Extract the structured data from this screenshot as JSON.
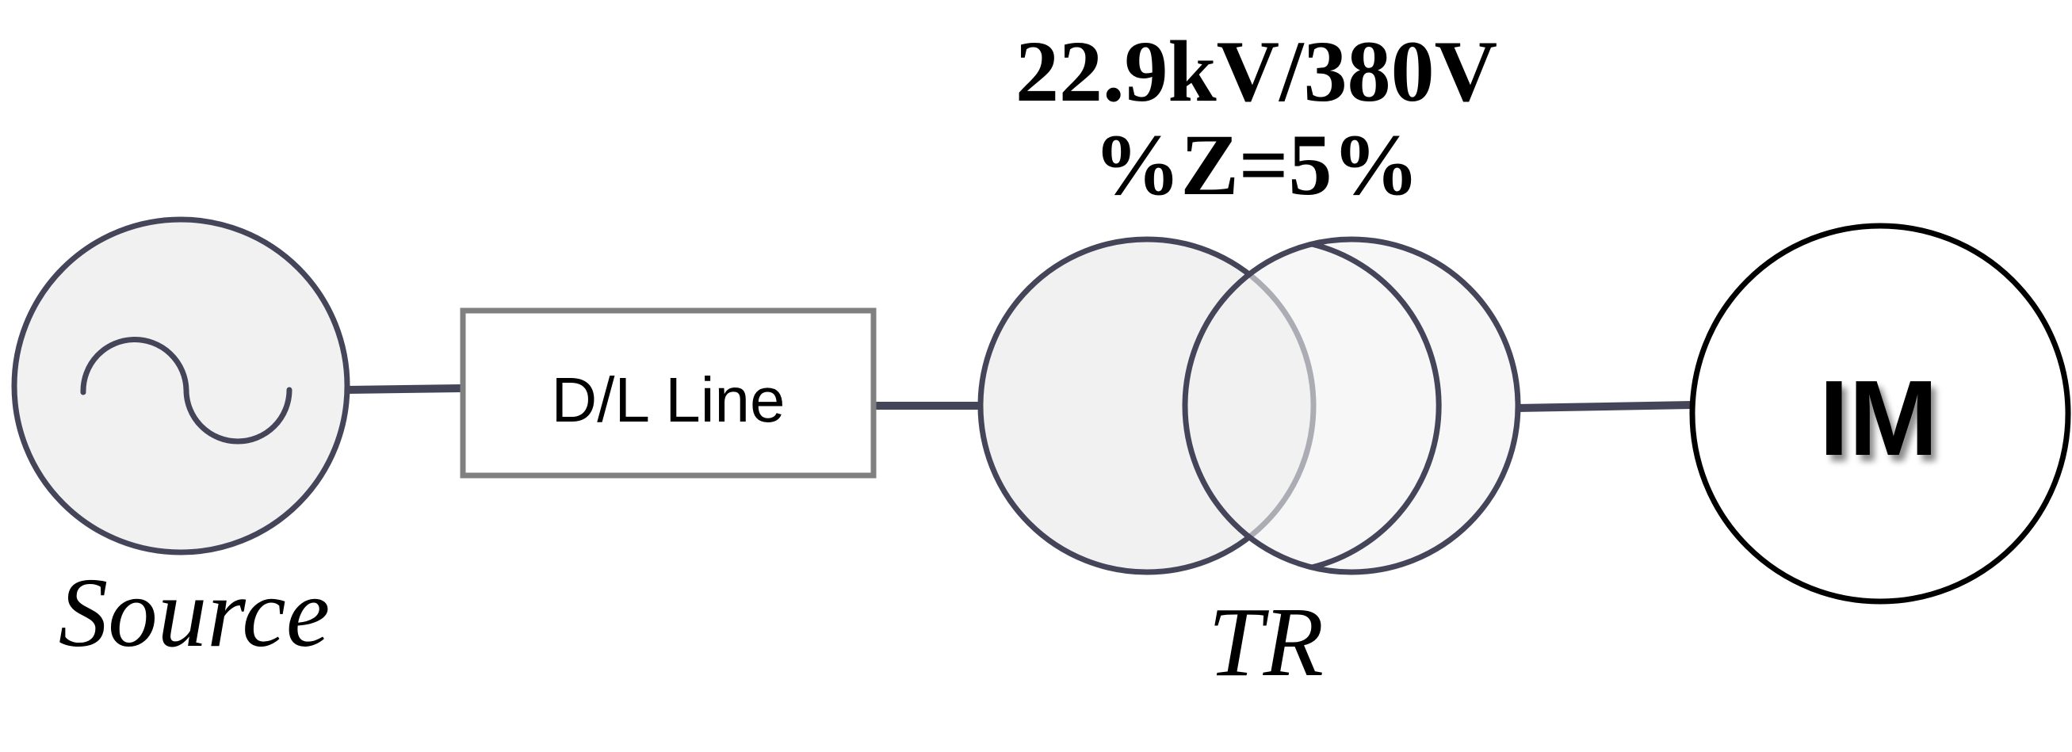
{
  "transformer_rating": "22.9kV/380V",
  "transformer_impedance": "%Z=5%",
  "source_label": "Source",
  "line_label": "D/L Line",
  "transformer_label": "TR",
  "motor_label": "IM",
  "colors": {
    "stroke": "#45455a",
    "fill": "#f1f1f1",
    "box_stroke": "#808080",
    "motor_stroke": "#000000"
  }
}
